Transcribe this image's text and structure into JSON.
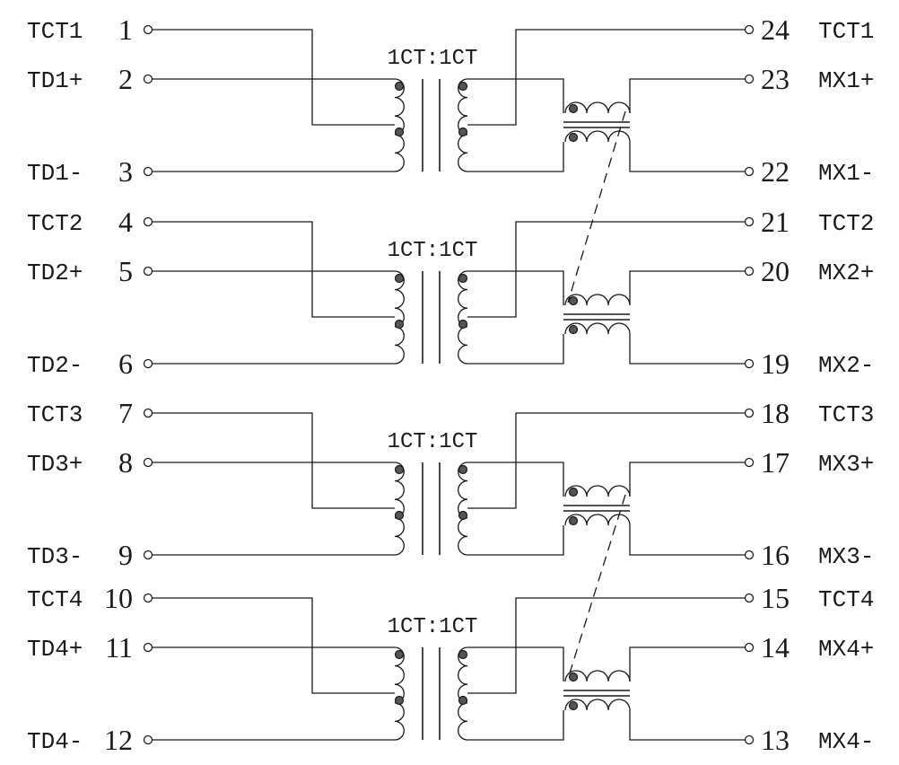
{
  "colors": {
    "line": "#1a1a1a",
    "dot": "#555555",
    "background": "#ffffff"
  },
  "channels": [
    {
      "ratio": "1CT:1CT",
      "left": [
        {
          "name": "TCT1",
          "num": "1"
        },
        {
          "name": "TD1+",
          "num": "2"
        },
        {
          "name": "TD1-",
          "num": "3"
        }
      ],
      "right": [
        {
          "num": "24",
          "name": "TCT1"
        },
        {
          "num": "23",
          "name": "MX1+"
        },
        {
          "num": "22",
          "name": "MX1-"
        }
      ]
    },
    {
      "ratio": "1CT:1CT",
      "left": [
        {
          "name": "TCT2",
          "num": "4"
        },
        {
          "name": "TD2+",
          "num": "5"
        },
        {
          "name": "TD2-",
          "num": "6"
        }
      ],
      "right": [
        {
          "num": "21",
          "name": "TCT2"
        },
        {
          "num": "20",
          "name": "MX2+"
        },
        {
          "num": "19",
          "name": "MX2-"
        }
      ]
    },
    {
      "ratio": "1CT:1CT",
      "left": [
        {
          "name": "TCT3",
          "num": "7"
        },
        {
          "name": "TD3+",
          "num": "8"
        },
        {
          "name": "TD3-",
          "num": "9"
        }
      ],
      "right": [
        {
          "num": "18",
          "name": "TCT3"
        },
        {
          "num": "17",
          "name": "MX3+"
        },
        {
          "num": "16",
          "name": "MX3-"
        }
      ]
    },
    {
      "ratio": "1CT:1CT",
      "left": [
        {
          "name": "TCT4",
          "num": "10"
        },
        {
          "name": "TD4+",
          "num": "11"
        },
        {
          "name": "TD4-",
          "num": "12"
        }
      ],
      "right": [
        {
          "num": "15",
          "name": "TCT4"
        },
        {
          "num": "14",
          "name": "MX4+"
        },
        {
          "num": "13",
          "name": "MX4-"
        }
      ]
    }
  ]
}
